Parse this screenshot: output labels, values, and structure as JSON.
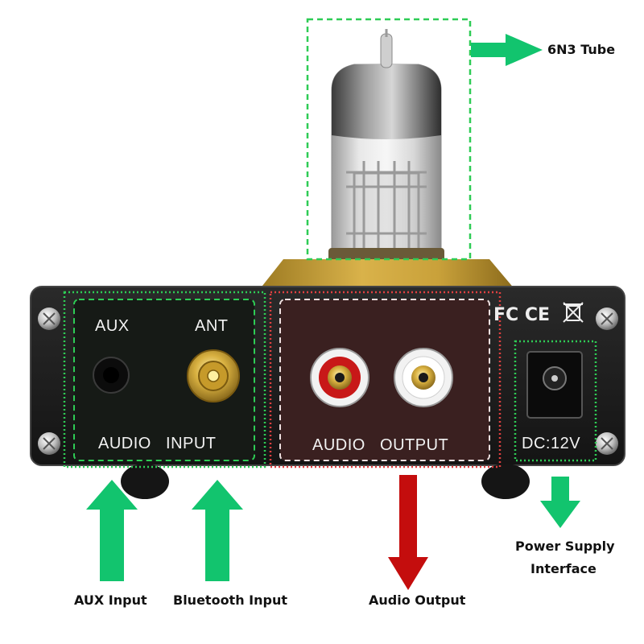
{
  "device": {
    "aux_label": "AUX",
    "ant_label": "ANT",
    "audio_input_label": "AUDIO   INPUT",
    "audio_output_label": "AUDIO   OUTPUT",
    "dc_label": "DC:12V",
    "cert_marks": "FC CE"
  },
  "callouts": {
    "tube": "6N3 Tube",
    "aux_input": "AUX Input",
    "bluetooth_input": "Bluetooth Input",
    "audio_output": "Audio Output",
    "power_line1": "Power Supply",
    "power_line2": "Interface"
  },
  "colors": {
    "green_arrow": "#12c46e",
    "red_arrow": "#c40d0d",
    "green_dash": "#2ecc55",
    "red_dash": "#e04040",
    "panel": "#1c1c1c",
    "brass": "#c9a13a"
  }
}
